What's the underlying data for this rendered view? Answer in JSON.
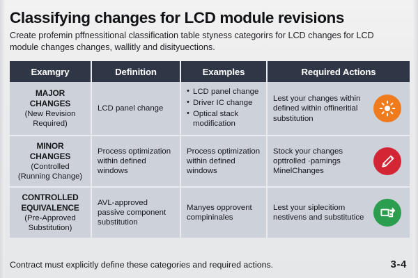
{
  "slide": {
    "title": "Classifying changes for LCD module revisions",
    "subtitle": "Create profemin pffnessitional classification table styness categorirs for LCD changes for LCD module changes changes, wallitly and disityuections.",
    "footer_note": "Contract must explicitly define these categories and required actions.",
    "page_number": "3-4"
  },
  "table": {
    "headers": [
      "Examgry",
      "Definition",
      "Examples",
      "Required Actions"
    ],
    "rows": [
      {
        "category_title": "MAJOR CHANGES",
        "category_sub": "(New Revision Required)",
        "definition": "LCD panel change",
        "examples_bullets": [
          "LCD panel change",
          "Driver IC change",
          "Optical stack modification"
        ],
        "examples_text": "",
        "actions": "Lest your changes within defined within offineritial substitution",
        "icon": "sun-icon",
        "icon_color": "#f07b1d"
      },
      {
        "category_title": "MINOR CHANGES",
        "category_sub": "(Controlled (Running Change)",
        "definition": "Process optimization within defined windows",
        "examples_bullets": [],
        "examples_text": "Process optimization within defined windows",
        "actions": "Stock your changes opttrolled ·pamings MinelChanges",
        "icon": "pencil-icon",
        "icon_color": "#d32634"
      },
      {
        "category_title": "CONTROLLED EQUIVALENCE",
        "category_sub": "(Pre-Approved Substitution)",
        "definition": "AVL-approved passive component substitution",
        "examples_bullets": [],
        "examples_text": "Manyes opprovent compininales",
        "actions": "Lest your siplecitiom nestivens and substitutice",
        "icon": "swap-icon",
        "icon_color": "#2a9d4e"
      }
    ]
  },
  "colors": {
    "header_bg": "#2f3747",
    "row_bg": "#ccd1da",
    "page_bg": "#ecedee"
  }
}
